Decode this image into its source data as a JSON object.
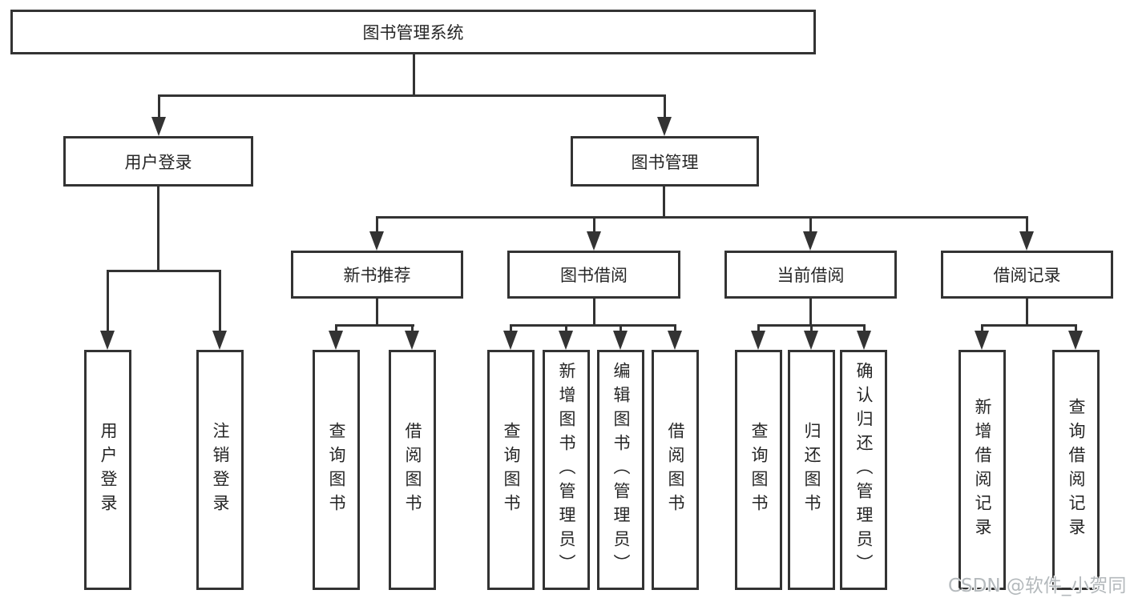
{
  "diagram": {
    "colors": {
      "line": "#333333",
      "box_border": "#333333",
      "box_background": "#ffffff",
      "text": "#262626",
      "watermark_text": "#b4b9bc"
    },
    "tree": {
      "label": "图书管理系统",
      "children": [
        {
          "label": "用户登录",
          "children": [
            {
              "label": "用户登录"
            },
            {
              "label": "注销登录"
            }
          ]
        },
        {
          "label": "图书管理",
          "children": [
            {
              "label": "新书推荐",
              "children": [
                {
                  "label": "查询图书"
                },
                {
                  "label": "借阅图书"
                }
              ]
            },
            {
              "label": "图书借阅",
              "children": [
                {
                  "label": "查询图书"
                },
                {
                  "label": "新增图书（管理员）"
                },
                {
                  "label": "编辑图书（管理员）"
                },
                {
                  "label": "借阅图书"
                }
              ]
            },
            {
              "label": "当前借阅",
              "children": [
                {
                  "label": "查询图书"
                },
                {
                  "label": "归还图书"
                },
                {
                  "label": "确认归还（管理员）"
                }
              ]
            },
            {
              "label": "借阅记录",
              "children": [
                {
                  "label": "新增借阅记录"
                },
                {
                  "label": "查询借阅记录"
                }
              ]
            }
          ]
        }
      ]
    },
    "watermark": {
      "text": "CSDN @软件_小贺同学"
    }
  }
}
